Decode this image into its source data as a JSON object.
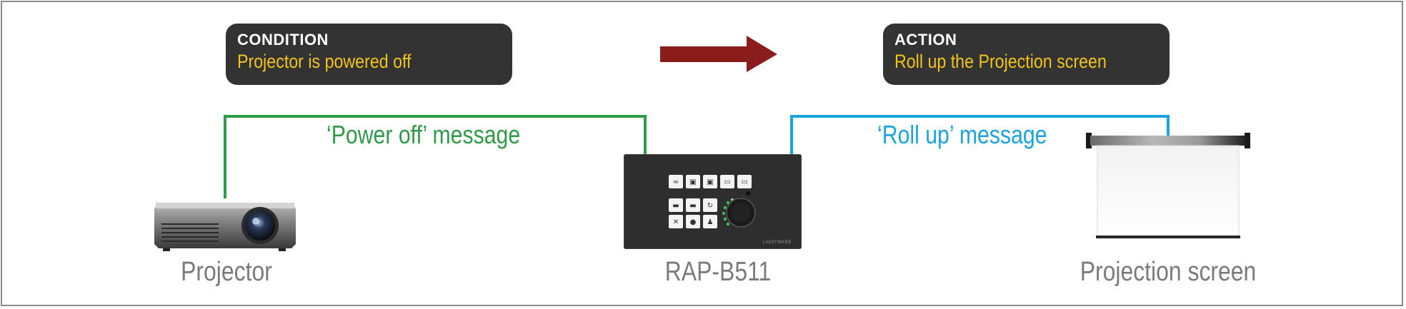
{
  "condition": {
    "title": "CONDITION",
    "text": "Projector is powered off"
  },
  "action": {
    "title": "ACTION",
    "text": "Roll up the Projection screen"
  },
  "messages": {
    "power_off": "‘Power off’ message",
    "roll_up": "‘Roll up’ message"
  },
  "devices": {
    "projector": "Projector",
    "rap": "RAP-B511",
    "screen": "Projection screen",
    "rap_brand": "LIGHTWARE"
  },
  "colors": {
    "box_bg": "#333333",
    "box_text": "#f2c318",
    "arrow": "#8b1c1c",
    "power_line": "#2f9a48",
    "roll_line": "#1aa3dc",
    "label": "#7b7b7b"
  }
}
